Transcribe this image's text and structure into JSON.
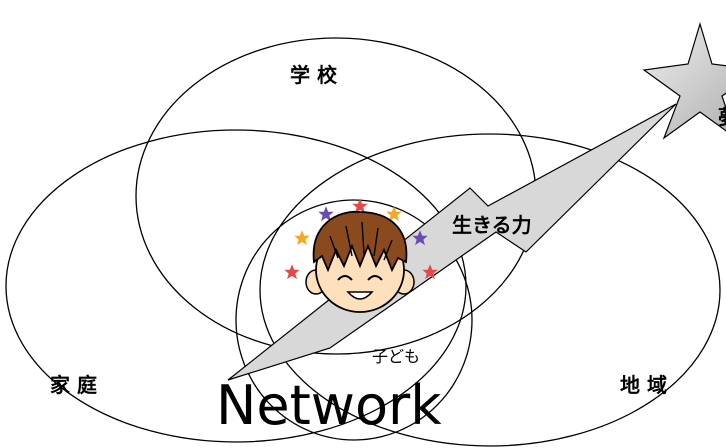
{
  "labels": {
    "school": "学 校",
    "home": "家 庭",
    "community": "地 域",
    "living_power": "生きる力",
    "child": "子ども",
    "network": "Network",
    "star_partial": "夢"
  },
  "colors": {
    "circle_stroke": "#000000",
    "arrow_fill": "#d8d8d8",
    "big_star_fill": "#c8c8c8",
    "hair": "#8b4a1e",
    "skin": "#ffe0bd",
    "star_red": "#e24a4a",
    "star_orange": "#f5a623",
    "star_purple": "#6a4bb0"
  }
}
